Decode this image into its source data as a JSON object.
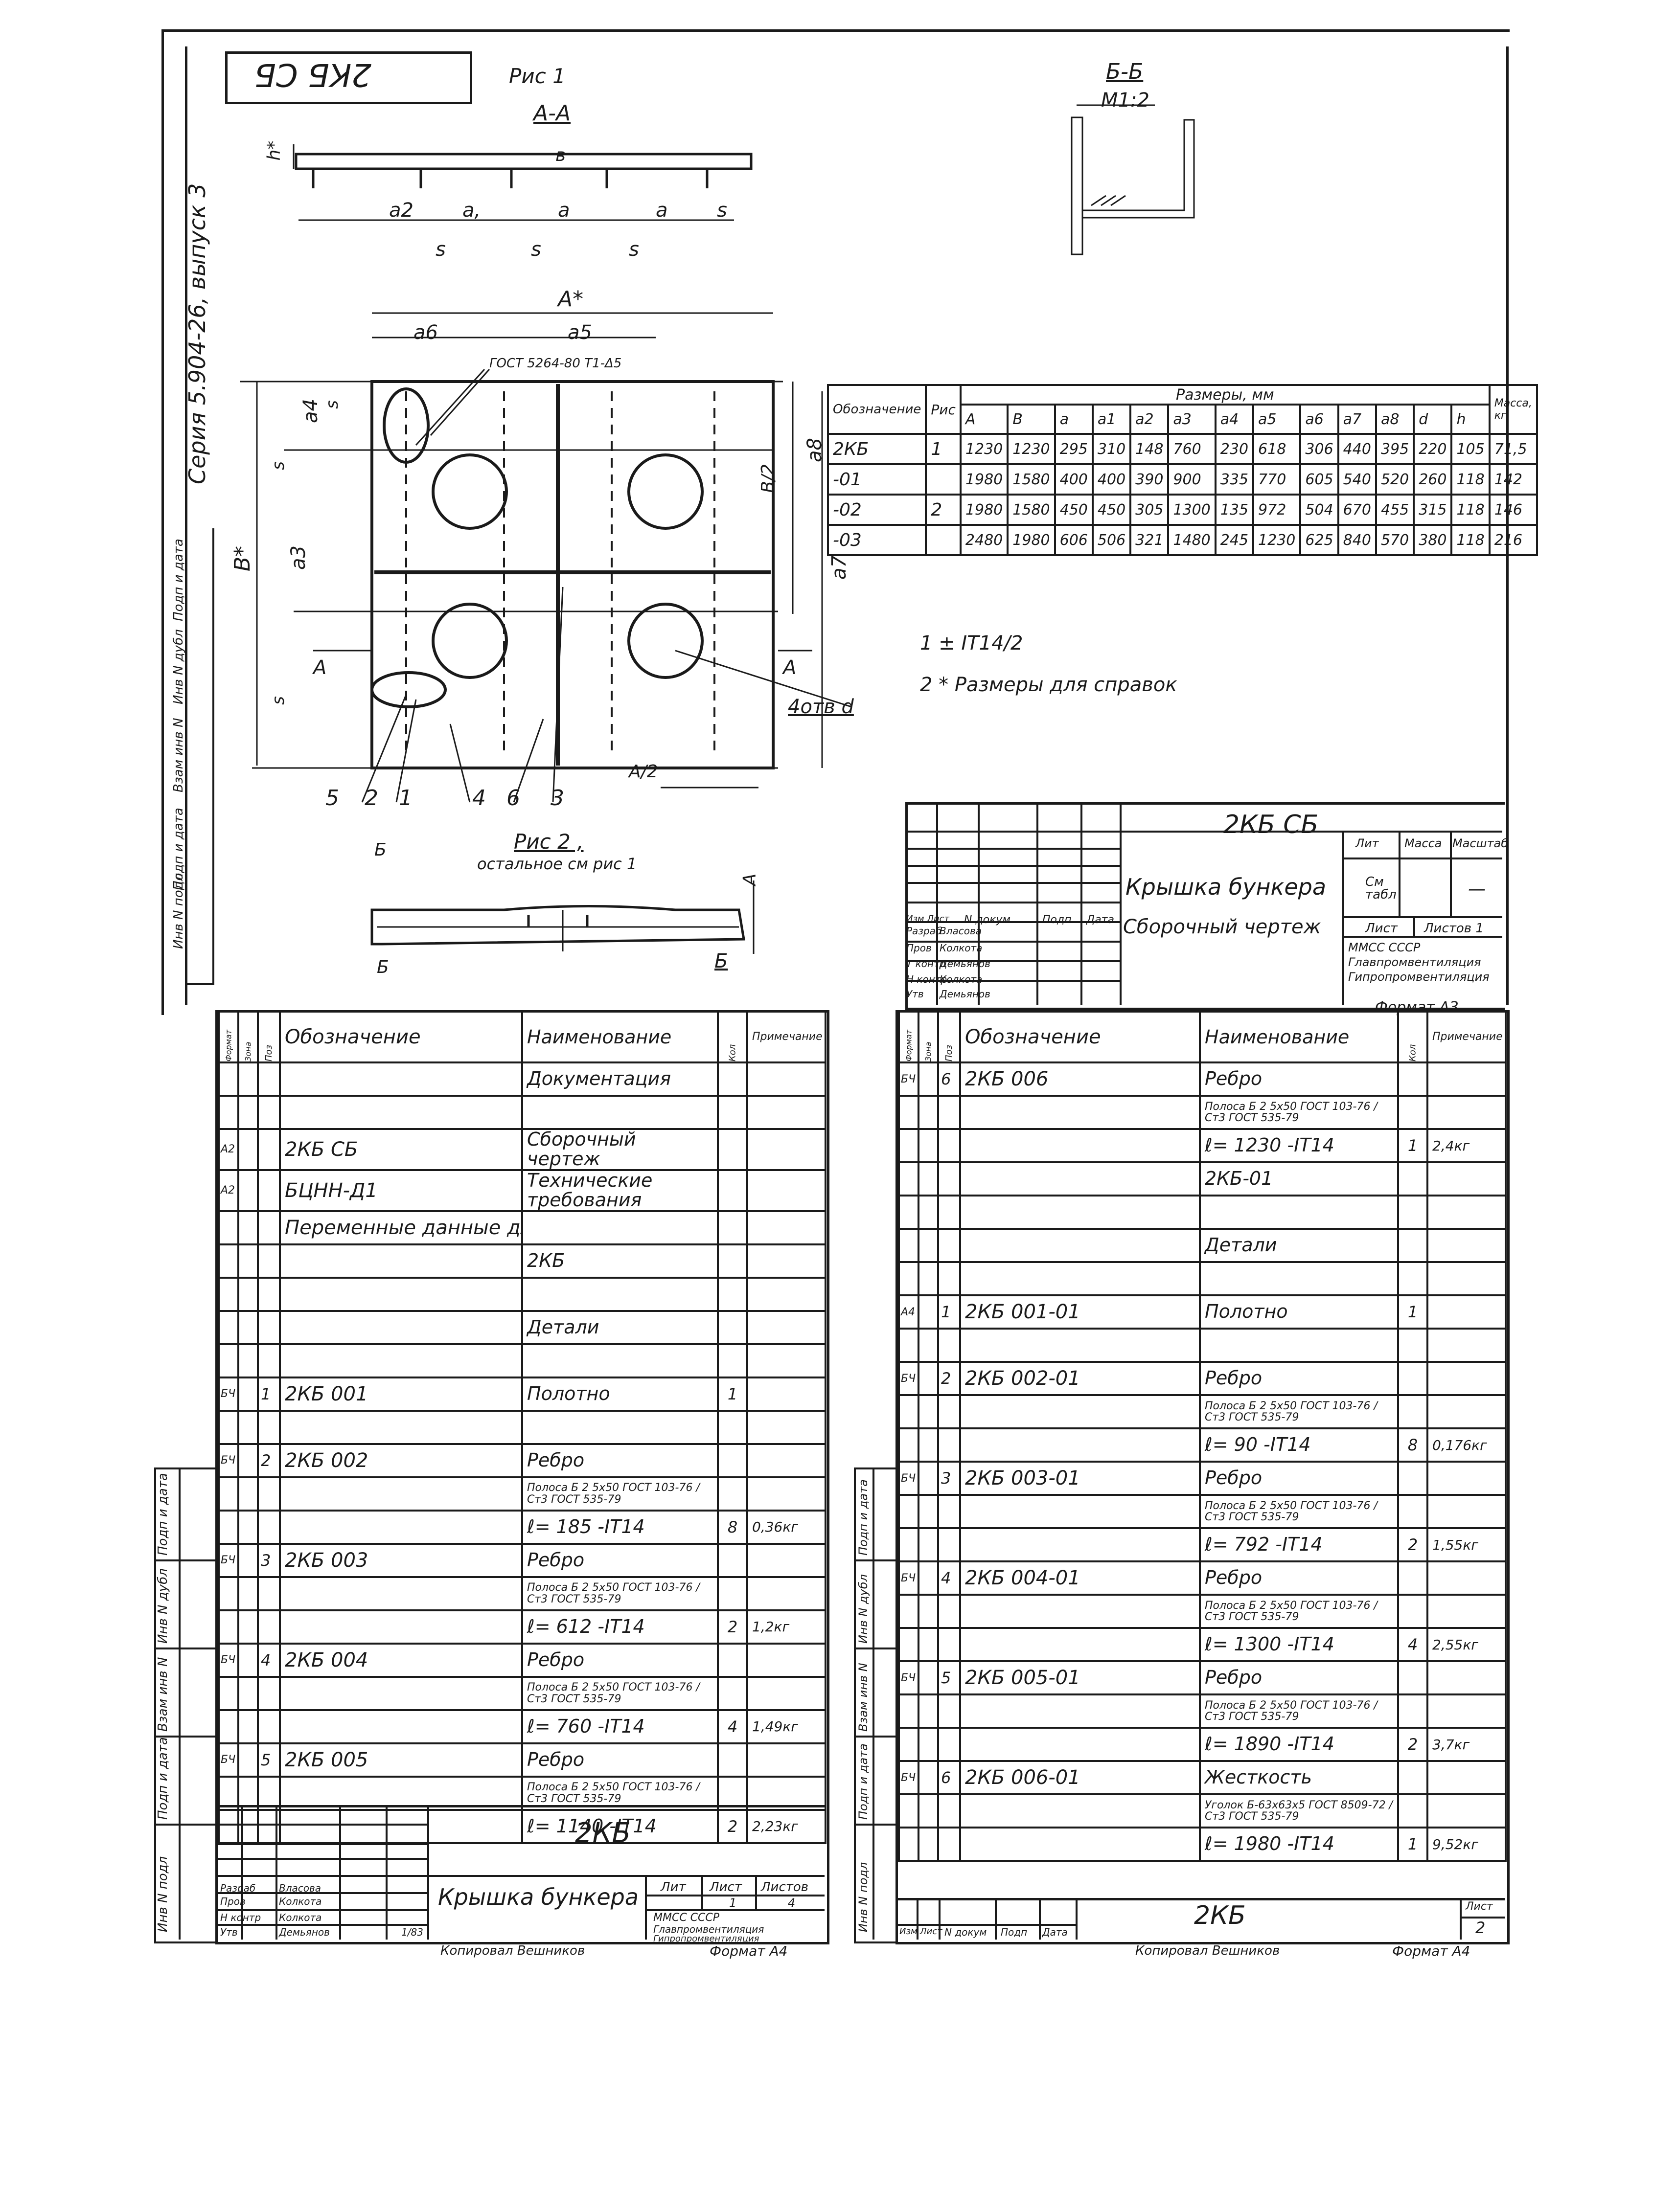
{
  "header": {
    "stamp": "2КБ СБ",
    "fig1": "Рис 1",
    "section_aa": "А-А",
    "section_bb": "Б-Б",
    "section_bb_scale": "М1:2",
    "series": "Серия 5.904-26, выпуск 3",
    "gost_note": "ГОСТ 5264-80 Т1-Δ5",
    "holes_note": "4отв d",
    "fig2": "Рис 2 ,",
    "fig2_note": "остальное см рис 1",
    "dim_labels": {
      "A_star": "А*",
      "B_star": "В*",
      "a6": "a6",
      "a5": "a5",
      "a4": "a4",
      "a3": "a3",
      "a7": "a7",
      "a8": "a8",
      "s": "s",
      "a2": "a2",
      "a1": "a,",
      "a": "a",
      "b": "в",
      "h": "h*",
      "B2": "В/2",
      "A2": "А/2",
      "A_cut": "А",
      "B_cut": "Б"
    },
    "poz_labels": [
      "5",
      "2",
      "1",
      "4",
      "6",
      "3"
    ]
  },
  "notes": {
    "n1": "1 ± IT14/2",
    "n2": "2 * Размеры для справок"
  },
  "dims_table": {
    "super_header": "Размеры, мм",
    "mass_header": "Масса, кг",
    "cols": [
      "Обозначение",
      "Рис",
      "A",
      "B",
      "a",
      "a1",
      "a2",
      "a3",
      "a4",
      "a5",
      "a6",
      "a7",
      "a8",
      "d",
      "h"
    ],
    "rows": [
      [
        "2КБ",
        "1",
        "1230",
        "1230",
        "295",
        "310",
        "148",
        "760",
        "230",
        "618",
        "306",
        "440",
        "395",
        "220",
        "105",
        "71,5"
      ],
      [
        "-01",
        "",
        "1980",
        "1580",
        "400",
        "400",
        "390",
        "900",
        "335",
        "770",
        "605",
        "540",
        "520",
        "260",
        "118",
        "142"
      ],
      [
        "-02",
        "2",
        "1980",
        "1580",
        "450",
        "450",
        "305",
        "1300",
        "135",
        "972",
        "504",
        "670",
        "455",
        "315",
        "118",
        "146"
      ],
      [
        "-03",
        "",
        "2480",
        "1980",
        "606",
        "506",
        "321",
        "1480",
        "245",
        "1230",
        "625",
        "840",
        "570",
        "380",
        "118",
        "216"
      ]
    ]
  },
  "title_block_top": {
    "designation": "2КБ СБ",
    "name1": "Крышка бункера",
    "name2": "Сборочный чертеж",
    "lit": "Лит",
    "mass": "Масса",
    "scale": "Масштаб",
    "lit_val": "См табл",
    "scale_val": "—",
    "sheet": "Лист",
    "sheets": "Листов 1",
    "org1": "ММСС СССР",
    "org2": "Главпромвентиляция",
    "org3": "Гипропромвентиляция",
    "roles": [
      "Изм Лист",
      "N докум",
      "Подп",
      "Дата"
    ],
    "people": [
      [
        "Разраб",
        "Власова"
      ],
      [
        "Пров",
        "Колкота"
      ],
      [
        "Т контр",
        "Демьянов"
      ],
      [
        "Н контр",
        "Колкота"
      ],
      [
        "Утв",
        "Демьянов"
      ]
    ],
    "format": "Формат А3"
  },
  "spec_left": {
    "headers": [
      "Формат",
      "Зона",
      "Поз",
      "Обозначение",
      "Наименование",
      "Кол",
      "Примечание"
    ],
    "rows": [
      {
        "fmt": "",
        "poz": "",
        "des": "",
        "name": "Документация",
        "qty": "",
        "note": ""
      },
      {
        "fmt": "",
        "poz": "",
        "des": "",
        "name": "",
        "qty": "",
        "note": ""
      },
      {
        "fmt": "А2",
        "poz": "",
        "des": "2КБ СБ",
        "name": "Сборочный чертеж",
        "qty": "",
        "note": ""
      },
      {
        "fmt": "А2",
        "poz": "",
        "des": "БЦНН-Д1",
        "name": "Технические требования",
        "qty": "",
        "note": ""
      },
      {
        "fmt": "",
        "poz": "",
        "des": "Переменные данные для исполнений",
        "name": "",
        "qty": "",
        "note": ""
      },
      {
        "fmt": "",
        "poz": "",
        "des": "",
        "name": "2КБ",
        "qty": "",
        "note": ""
      },
      {
        "fmt": "",
        "poz": "",
        "des": "",
        "name": "",
        "qty": "",
        "note": ""
      },
      {
        "fmt": "",
        "poz": "",
        "des": "",
        "name": "Детали",
        "qty": "",
        "note": ""
      },
      {
        "fmt": "",
        "poz": "",
        "des": "",
        "name": "",
        "qty": "",
        "note": ""
      },
      {
        "fmt": "БЧ",
        "poz": "1",
        "des": "2КБ 001",
        "name": "Полотно",
        "qty": "1",
        "note": ""
      },
      {
        "fmt": "",
        "poz": "",
        "des": "",
        "name": "",
        "qty": "",
        "note": ""
      },
      {
        "fmt": "БЧ",
        "poz": "2",
        "des": "2КБ 002",
        "name": "Ребро",
        "qty": "",
        "note": ""
      },
      {
        "fmt": "",
        "poz": "",
        "des": "",
        "name": "Полоса Б 2 5x50 ГОСТ 103-76 / Ст3 ГОСТ 535-79",
        "qty": "",
        "note": ""
      },
      {
        "fmt": "",
        "poz": "",
        "des": "",
        "name": "ℓ= 185 -IT14",
        "qty": "8",
        "note": "0,36кг"
      },
      {
        "fmt": "БЧ",
        "poz": "3",
        "des": "2КБ 003",
        "name": "Ребро",
        "qty": "",
        "note": ""
      },
      {
        "fmt": "",
        "poz": "",
        "des": "",
        "name": "Полоса Б 2 5x50 ГОСТ 103-76 / Ст3 ГОСТ 535-79",
        "qty": "",
        "note": ""
      },
      {
        "fmt": "",
        "poz": "",
        "des": "",
        "name": "ℓ= 612 -IT14",
        "qty": "2",
        "note": "1,2кг"
      },
      {
        "fmt": "БЧ",
        "poz": "4",
        "des": "2КБ 004",
        "name": "Ребро",
        "qty": "",
        "note": ""
      },
      {
        "fmt": "",
        "poz": "",
        "des": "",
        "name": "Полоса Б 2 5x50 ГОСТ 103-76 / Ст3 ГОСТ 535-79",
        "qty": "",
        "note": ""
      },
      {
        "fmt": "",
        "poz": "",
        "des": "",
        "name": "ℓ= 760 -IT14",
        "qty": "4",
        "note": "1,49кг"
      },
      {
        "fmt": "БЧ",
        "poz": "5",
        "des": "2КБ 005",
        "name": "Ребро",
        "qty": "",
        "note": ""
      },
      {
        "fmt": "",
        "poz": "",
        "des": "",
        "name": "Полоса Б 2 5x50 ГОСТ 103-76 / Ст3 ГОСТ 535-79",
        "qty": "",
        "note": ""
      },
      {
        "fmt": "",
        "poz": "",
        "des": "",
        "name": "ℓ= 1140 -IT14",
        "qty": "2",
        "note": "2,23кг"
      }
    ],
    "footer": {
      "designation": "2КБ",
      "name": "Крышка бункера",
      "lit": "Лит",
      "sheet": "Лист",
      "sheets": "Листов",
      "sheet_val": "1",
      "sheets_val": "4",
      "org1": "ММСС СССР",
      "org2": "Главпромвентиляция",
      "org3": "Гипропромвентиляция",
      "people": [
        [
          "Разраб",
          "Власова"
        ],
        [
          "Пров",
          "Колкота"
        ],
        [
          "Н контр",
          "Колкота"
        ],
        [
          "Утв",
          "Демьянов"
        ]
      ],
      "date": "1/83",
      "copied": "Копировал Вешников",
      "format": "Формат А4"
    }
  },
  "spec_right": {
    "headers": [
      "Формат",
      "Зона",
      "Поз",
      "Обозначение",
      "Наименование",
      "Кол",
      "Примечание"
    ],
    "rows": [
      {
        "fmt": "БЧ",
        "poz": "6",
        "des": "2КБ 006",
        "name": "Ребро",
        "qty": "",
        "note": ""
      },
      {
        "fmt": "",
        "poz": "",
        "des": "",
        "name": "Полоса Б 2 5x50 ГОСТ 103-76 / Ст3 ГОСТ 535-79",
        "qty": "",
        "note": ""
      },
      {
        "fmt": "",
        "poz": "",
        "des": "",
        "name": "ℓ= 1230 -IT14",
        "qty": "1",
        "note": "2,4кг"
      },
      {
        "fmt": "",
        "poz": "",
        "des": "",
        "name": "2КБ-01",
        "qty": "",
        "note": ""
      },
      {
        "fmt": "",
        "poz": "",
        "des": "",
        "name": "",
        "qty": "",
        "note": ""
      },
      {
        "fmt": "",
        "poz": "",
        "des": "",
        "name": "Детали",
        "qty": "",
        "note": ""
      },
      {
        "fmt": "",
        "poz": "",
        "des": "",
        "name": "",
        "qty": "",
        "note": ""
      },
      {
        "fmt": "А4",
        "poz": "1",
        "des": "2КБ 001-01",
        "name": "Полотно",
        "qty": "1",
        "note": ""
      },
      {
        "fmt": "",
        "poz": "",
        "des": "",
        "name": "",
        "qty": "",
        "note": ""
      },
      {
        "fmt": "БЧ",
        "poz": "2",
        "des": "2КБ 002-01",
        "name": "Ребро",
        "qty": "",
        "note": ""
      },
      {
        "fmt": "",
        "poz": "",
        "des": "",
        "name": "Полоса Б 2 5x50 ГОСТ 103-76 / Ст3 ГОСТ 535-79",
        "qty": "",
        "note": ""
      },
      {
        "fmt": "",
        "poz": "",
        "des": "",
        "name": "ℓ= 90 -IT14",
        "qty": "8",
        "note": "0,176кг"
      },
      {
        "fmt": "БЧ",
        "poz": "3",
        "des": "2КБ 003-01",
        "name": "Ребро",
        "qty": "",
        "note": ""
      },
      {
        "fmt": "",
        "poz": "",
        "des": "",
        "name": "Полоса Б 2 5x50 ГОСТ 103-76 / Ст3 ГОСТ 535-79",
        "qty": "",
        "note": ""
      },
      {
        "fmt": "",
        "poz": "",
        "des": "",
        "name": "ℓ= 792 -IT14",
        "qty": "2",
        "note": "1,55кг"
      },
      {
        "fmt": "БЧ",
        "poz": "4",
        "des": "2КБ 004-01",
        "name": "Ребро",
        "qty": "",
        "note": ""
      },
      {
        "fmt": "",
        "poz": "",
        "des": "",
        "name": "Полоса Б 2 5x50 ГОСТ 103-76 / Ст3 ГОСТ 535-79",
        "qty": "",
        "note": ""
      },
      {
        "fmt": "",
        "poz": "",
        "des": "",
        "name": "ℓ= 1300 -IT14",
        "qty": "4",
        "note": "2,55кг"
      },
      {
        "fmt": "БЧ",
        "poz": "5",
        "des": "2КБ 005-01",
        "name": "Ребро",
        "qty": "",
        "note": ""
      },
      {
        "fmt": "",
        "poz": "",
        "des": "",
        "name": "Полоса Б 2 5x50 ГОСТ 103-76 / Ст3 ГОСТ 535-79",
        "qty": "",
        "note": ""
      },
      {
        "fmt": "",
        "poz": "",
        "des": "",
        "name": "ℓ= 1890 -IT14",
        "qty": "2",
        "note": "3,7кг"
      },
      {
        "fmt": "БЧ",
        "poz": "6",
        "des": "2КБ 006-01",
        "name": "Жесткость",
        "qty": "",
        "note": ""
      },
      {
        "fmt": "",
        "poz": "",
        "des": "",
        "name": "Уголок Б-63x63x5 ГОСТ 8509-72 / Ст3 ГОСТ 535-79",
        "qty": "",
        "note": ""
      },
      {
        "fmt": "",
        "poz": "",
        "des": "",
        "name": "ℓ= 1980 -IT14",
        "qty": "1",
        "note": "9,52кг"
      }
    ],
    "footer": {
      "designation": "2КБ",
      "sheet": "Лист",
      "sheet_val": "2",
      "roles": [
        "Изм",
        "Лист",
        "N докум",
        "Подп",
        "Дата"
      ],
      "copied": "Копировал Вешников",
      "format": "Формат А4"
    }
  },
  "margin_labels": [
    "Инв N подл",
    "Подп и дата",
    "Взам инв N",
    "Инв N дубл",
    "Подп и дата"
  ]
}
